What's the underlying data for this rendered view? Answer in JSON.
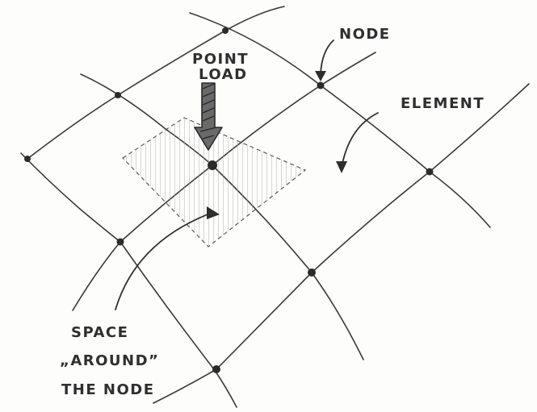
{
  "labels": {
    "node": "NODE",
    "point_load_line1": "POINT",
    "point_load_line2": "LOAD",
    "element": "ELEMENT",
    "space_line1": "SPACE",
    "space_line2": "„AROUND”",
    "space_line3": "THE NODE"
  },
  "colors": {
    "line": "#3a3a3a",
    "node": "#2b2b2b",
    "hatch": "#9a9a9a",
    "text": "#2f2f2f"
  }
}
